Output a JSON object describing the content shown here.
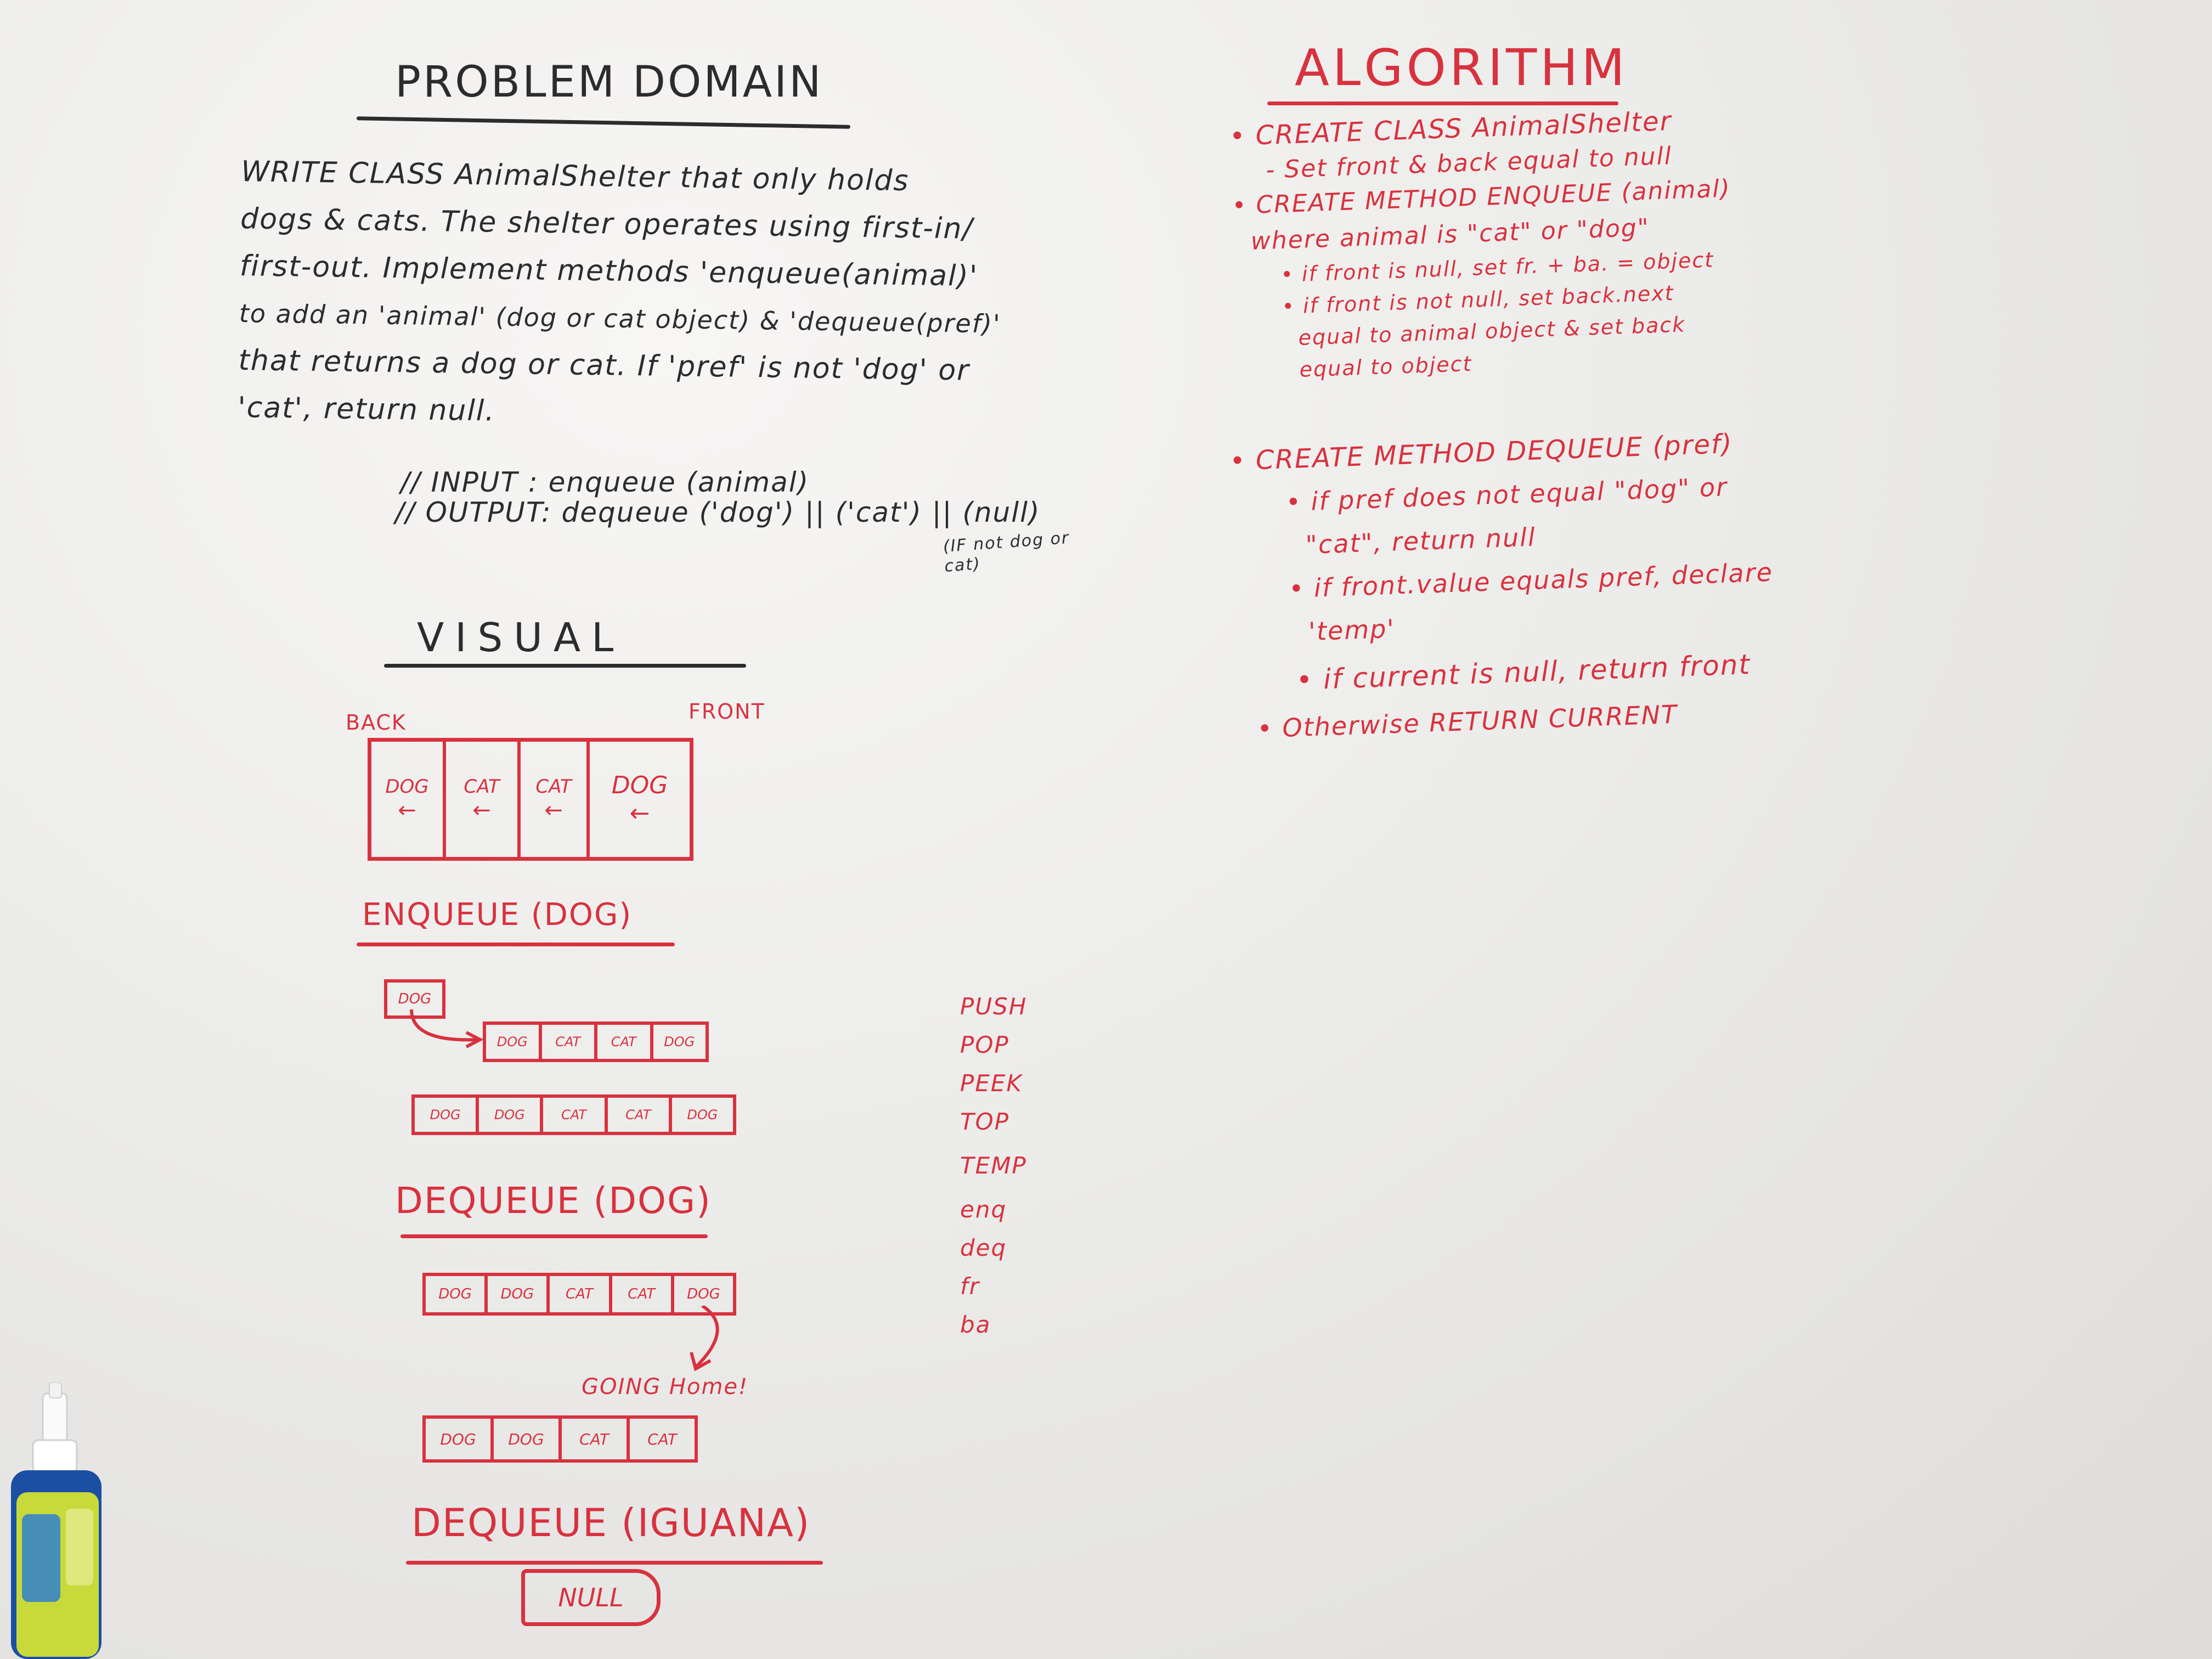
{
  "problem_domain": {
    "title": "PROBLEM DOMAIN",
    "lines": [
      "WRITE CLASS AnimalShelter that only holds",
      "dogs & cats. The shelter operates using first-in/",
      "first-out. Implement methods 'enqueue(animal)'",
      "to add an 'animal' (dog or cat object) & 'dequeue(pref)'",
      "that returns a dog or cat. If 'pref' is not 'dog' or",
      "'cat', return null."
    ],
    "input_line": "// INPUT : enqueue (animal)",
    "output_line": "// OUTPUT: dequeue ('dog') || ('cat') || (null)",
    "output_note": "(IF not dog or cat)"
  },
  "visual": {
    "title": "VISUAL",
    "back_label": "BACK",
    "front_label": "FRONT",
    "queue_cells": [
      "DOG",
      "CAT",
      "CAT",
      "DOG"
    ],
    "arrow_glyph": "←",
    "enqueue_heading": "ENQUEUE (DOG)",
    "enqueue_new": "DOG",
    "enqueue_before": [
      "DOG",
      "CAT",
      "CAT",
      "DOG"
    ],
    "enqueue_after": [
      "DOG",
      "DOG",
      "CAT",
      "CAT",
      "DOG"
    ],
    "dequeue_heading": "DEQUEUE (DOG)",
    "dequeue_before": [
      "DOG",
      "DOG",
      "CAT",
      "CAT",
      "DOG"
    ],
    "going_home": "GOING Home!",
    "dequeue_after": [
      "DOG",
      "DOG",
      "CAT",
      "CAT"
    ],
    "iguana_heading": "DEQUEUE (IGUANA)",
    "null_label": "NULL"
  },
  "side_words": [
    "PUSH",
    "POP",
    "PEEK",
    "TOP",
    "TEMP",
    "enq",
    "deq",
    "fr",
    "ba"
  ],
  "algorithm": {
    "title": "ALGORITHM",
    "lines": [
      "• CREATE CLASS AnimalShelter",
      "    - Set front & back equal to null",
      "• CREATE METHOD ENQUEUE (animal)",
      "  where animal is \"cat\" or \"dog\"",
      "      • if front is null, set fr. + ba. = object",
      "      • if front is not null, set back.next",
      "        equal to animal object & set back",
      "        equal to object"
    ],
    "lines2": [
      "• CREATE METHOD DEQUEUE (pref)",
      "      • if pref does not equal \"dog\" or",
      "        \"cat\", return null",
      "      • if front.value equals pref, declare",
      "        'temp'",
      "      • if current is null, return front",
      "  • Otherwise RETURN CURRENT"
    ]
  },
  "colors": {
    "marker_black": "#2c2c2e",
    "marker_red": "#d8323f",
    "board": "#ececea",
    "bottle_label": "#c8d93a",
    "bottle_body": "#1b4fa3"
  }
}
